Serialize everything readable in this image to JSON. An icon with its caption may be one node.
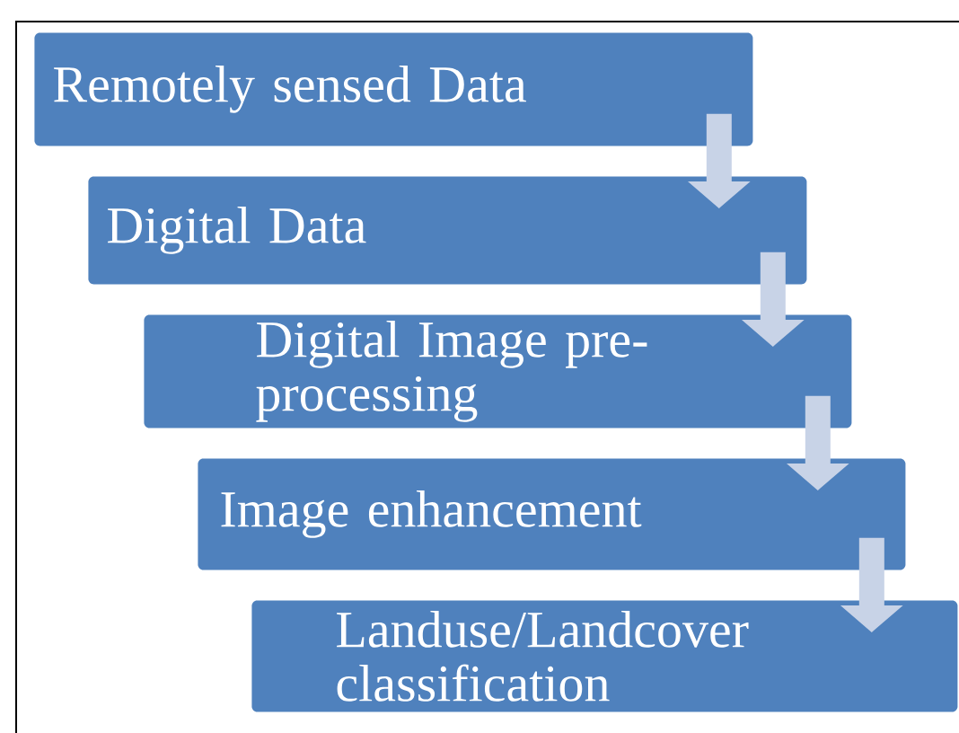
{
  "diagram": {
    "nodes": [
      {
        "text": [
          "Remotely sensed Data"
        ]
      },
      {
        "text": [
          "Digital Data"
        ]
      },
      {
        "text": [
          "Digital Image pre-processing"
        ]
      },
      {
        "text": [
          "Image enhancement"
        ]
      },
      {
        "text": [
          "Landuse/Landcover classification"
        ]
      }
    ],
    "edges": [
      {
        "from": 0,
        "to": 1,
        "arrow": "to"
      },
      {
        "from": 1,
        "to": 2,
        "arrow": "to"
      },
      {
        "from": 2,
        "to": 3,
        "arrow": "to"
      },
      {
        "from": 3,
        "to": 4,
        "arrow": "to"
      }
    ]
  }
}
